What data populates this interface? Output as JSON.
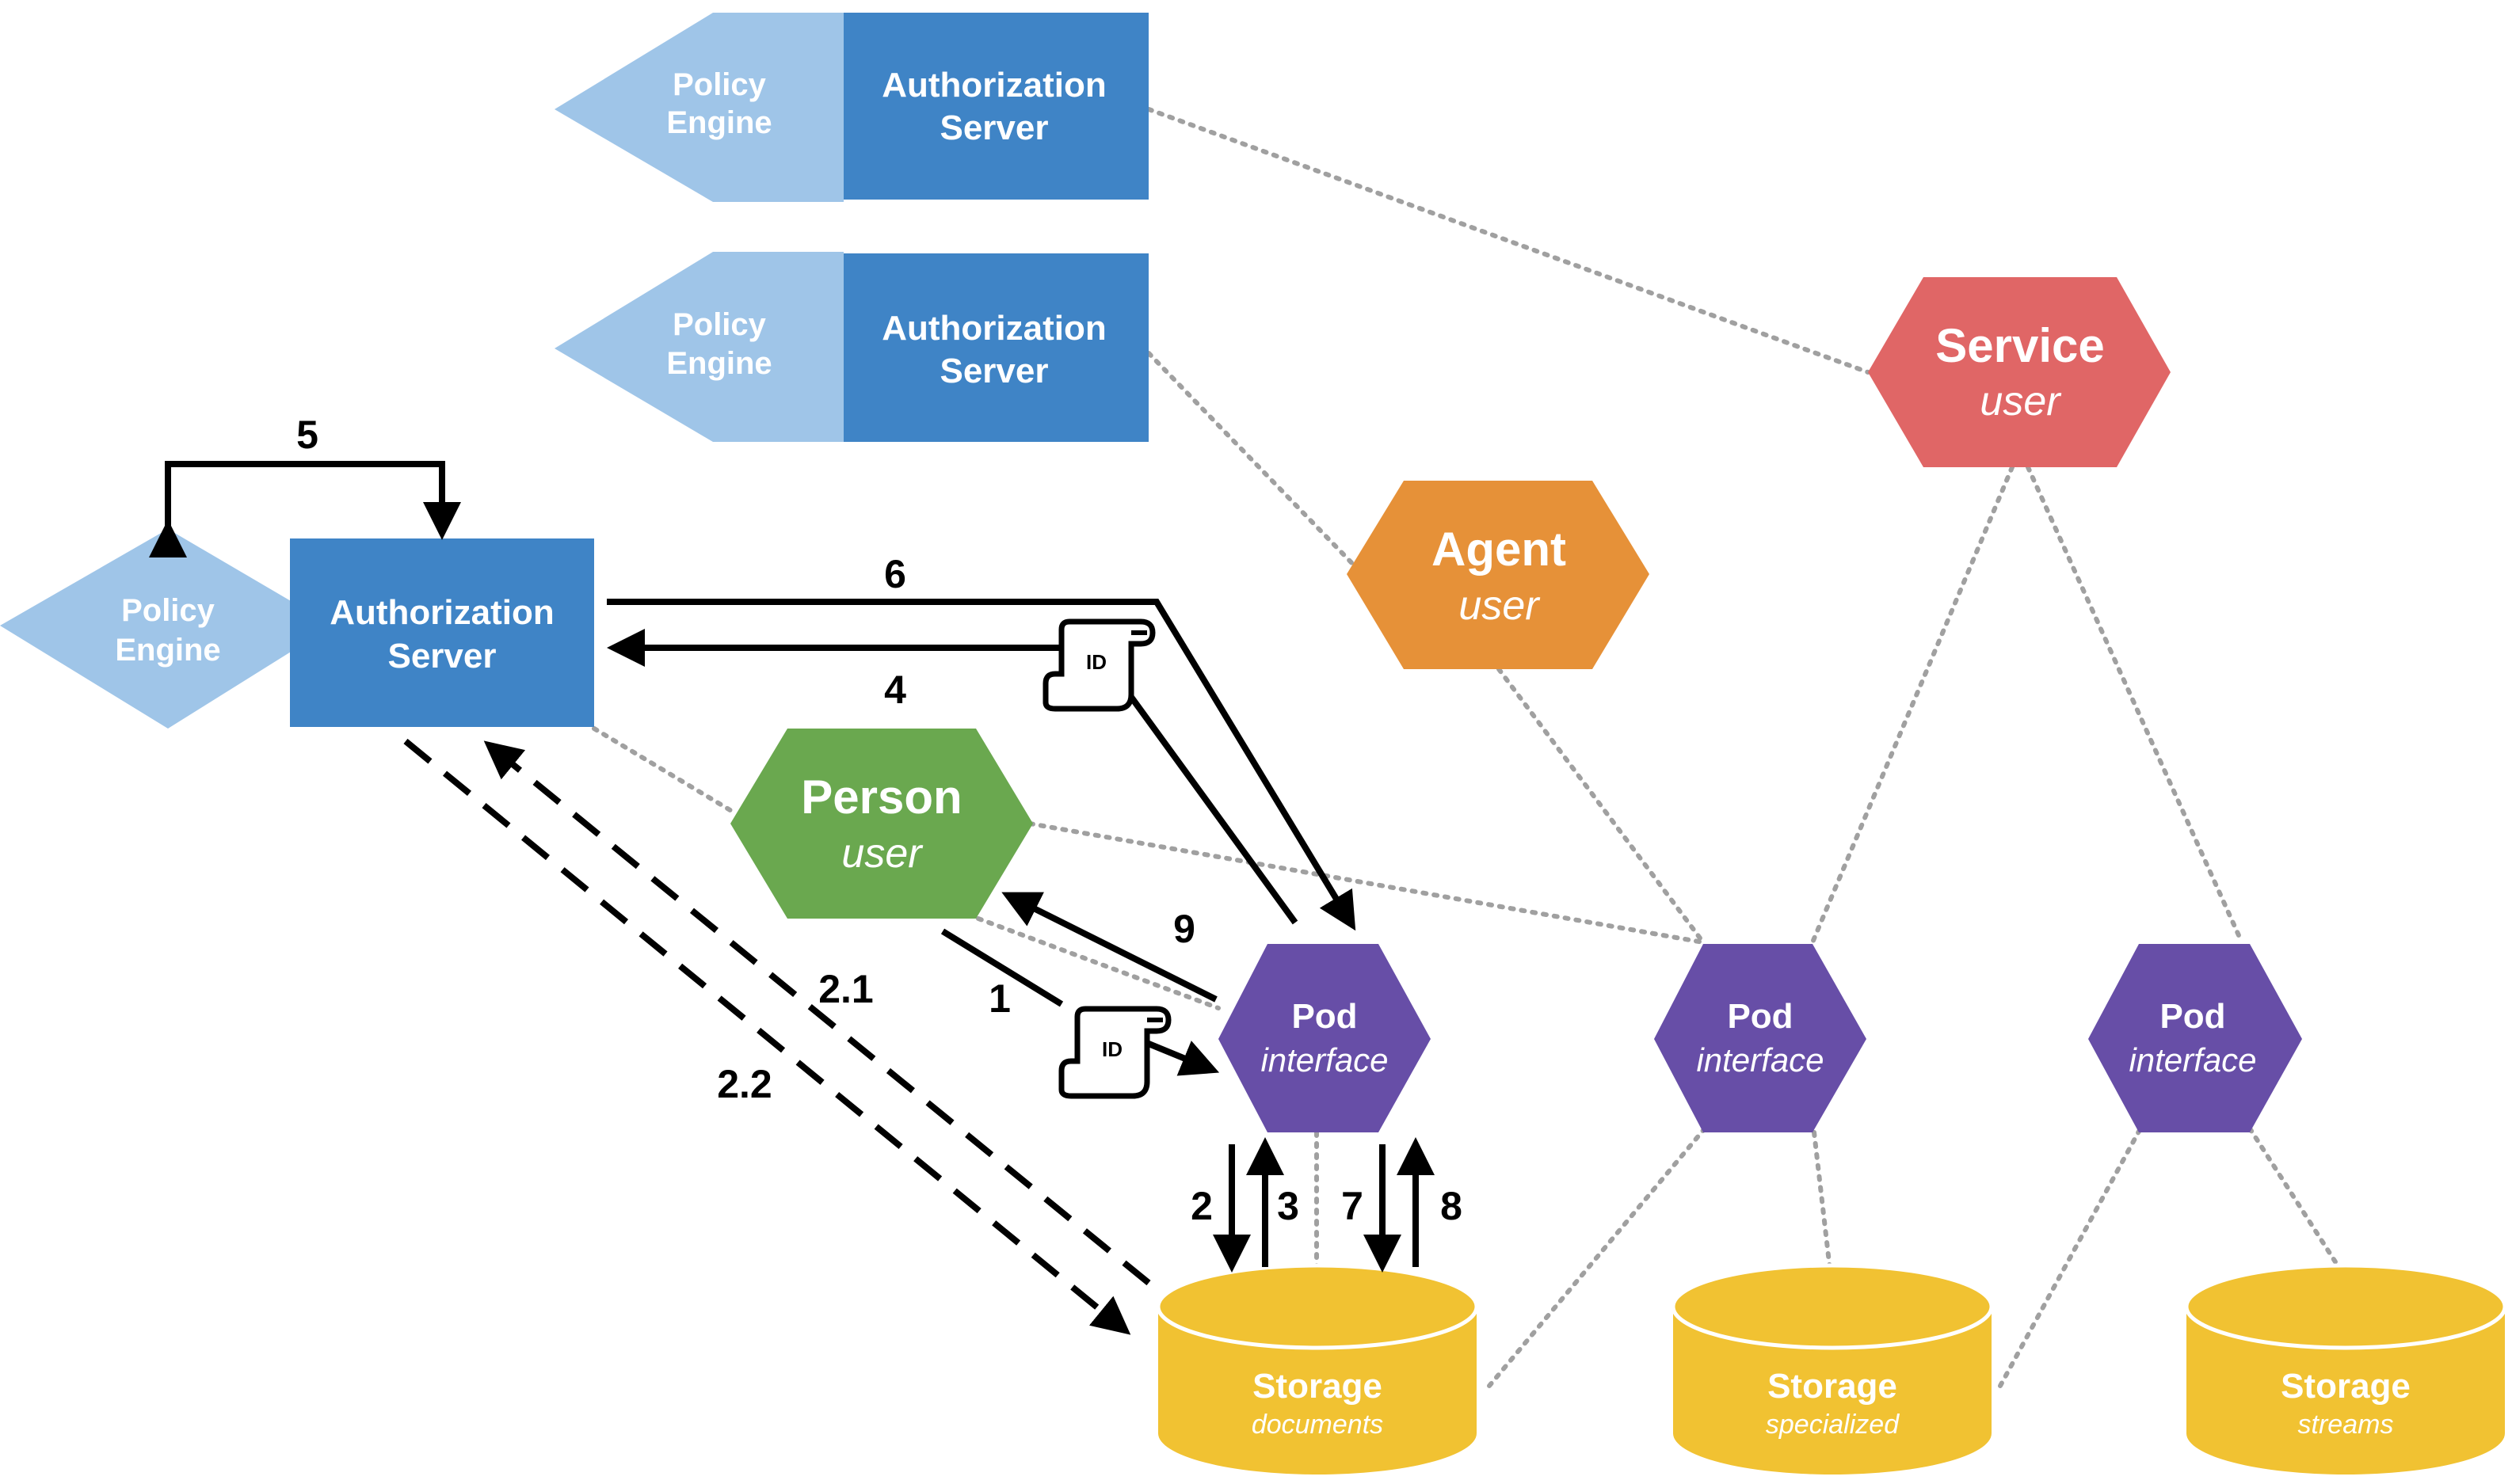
{
  "colors": {
    "auth_server": "#3f84c6",
    "policy_engine": "#9fc5e8",
    "service": "#e06666",
    "agent": "#e69138",
    "person": "#6aa84f",
    "pod": "#674ea7",
    "storage": "#f1c232",
    "connector": "#a0a0a0"
  },
  "policy_engines": [
    {
      "line1": "Policy",
      "line2": "Engine"
    },
    {
      "line1": "Policy",
      "line2": "Engine"
    },
    {
      "line1": "Policy",
      "line2": "Engine"
    }
  ],
  "auth_servers": [
    {
      "line1": "Authorization",
      "line2": "Server"
    },
    {
      "line1": "Authorization",
      "line2": "Server"
    },
    {
      "line1": "Authorization",
      "line2": "Server"
    }
  ],
  "service": {
    "title": "Service",
    "subtitle": "user"
  },
  "agent": {
    "title": "Agent",
    "subtitle": "user"
  },
  "person": {
    "title": "Person",
    "subtitle": "user"
  },
  "pods": [
    {
      "title": "Pod",
      "subtitle": "interface"
    },
    {
      "title": "Pod",
      "subtitle": "interface"
    },
    {
      "title": "Pod",
      "subtitle": "interface"
    }
  ],
  "storages": [
    {
      "title": "Storage",
      "subtitle": "documents"
    },
    {
      "title": "Storage",
      "subtitle": "specialized"
    },
    {
      "title": "Storage",
      "subtitle": "streams"
    }
  ],
  "id_tokens": [
    "ID",
    "ID"
  ],
  "flow_labels": {
    "s1": "1",
    "s2": "2",
    "s2_1": "2.1",
    "s2_2": "2.2",
    "s3": "3",
    "s4": "4",
    "s5": "5",
    "s6": "6",
    "s7": "7",
    "s8": "8",
    "s9": "9"
  }
}
